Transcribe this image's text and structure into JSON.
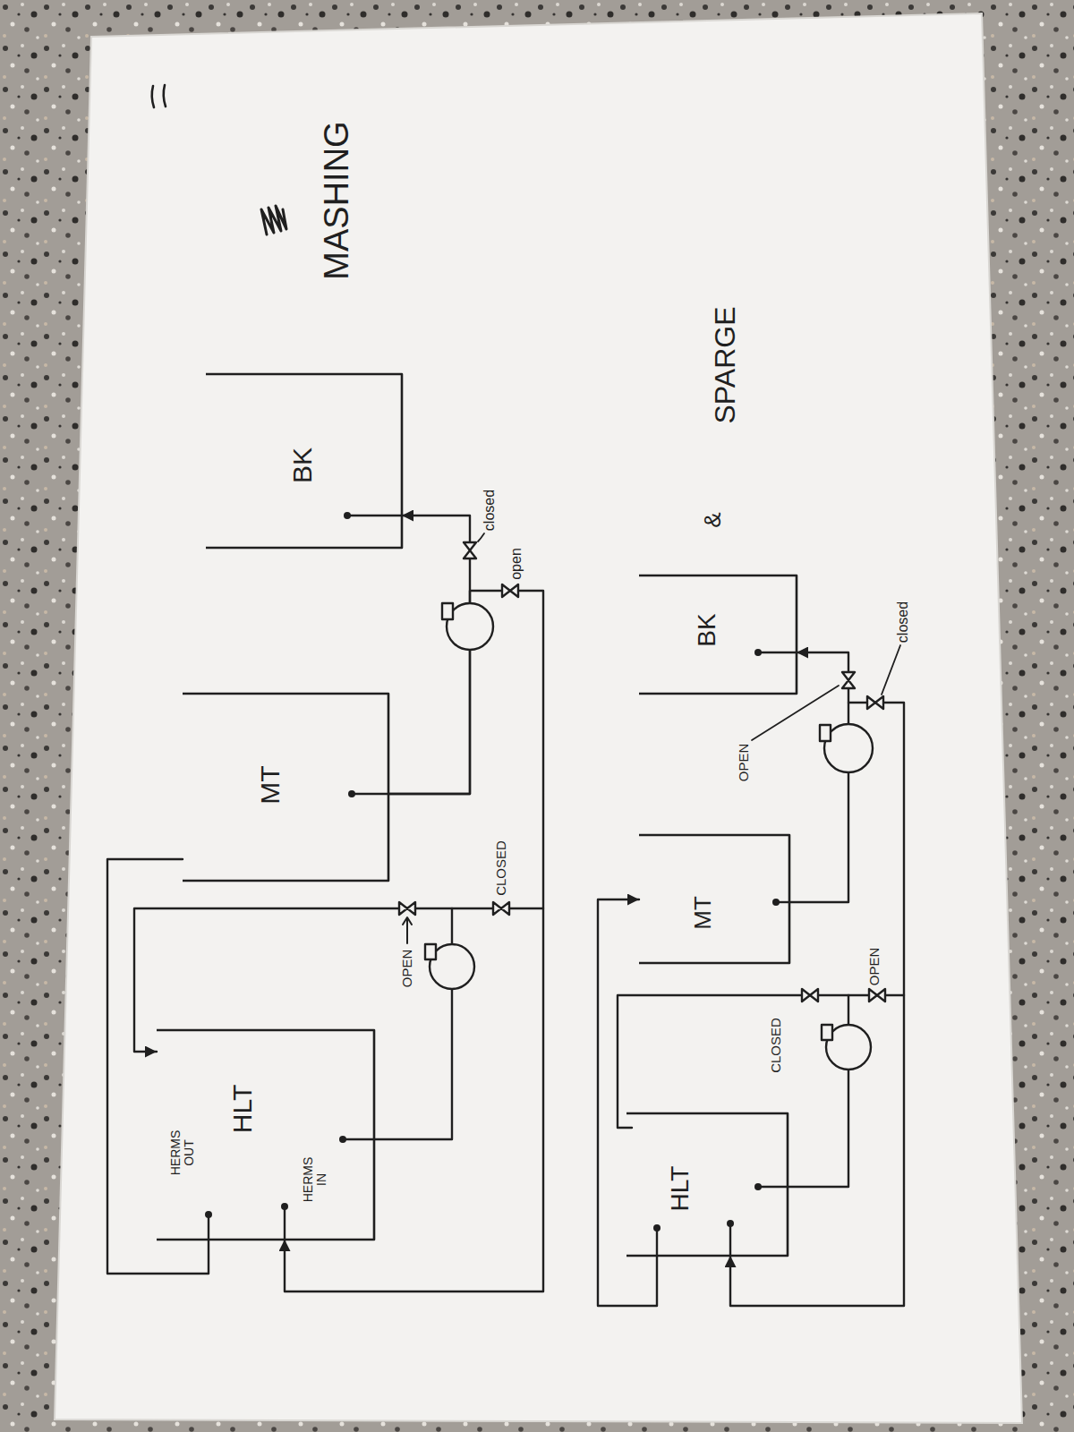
{
  "diagram": {
    "nodes": [
      {
        "text": [
          "HLT",
          "HERMS OUT",
          "HERMS IN"
        ]
      },
      {
        "text": [
          "MT"
        ]
      },
      {
        "text": [
          "BK"
        ]
      },
      {
        "text": [
          "HLT"
        ]
      },
      {
        "text": [
          "MT"
        ]
      },
      {
        "text": [
          "BK"
        ]
      }
    ],
    "edges": [
      {
        "from": 1,
        "to": 2,
        "arrow": "to"
      },
      {
        "from": 1,
        "to": 0,
        "arrow": "to"
      },
      {
        "from": 0,
        "to": 1,
        "arrow": "none"
      },
      {
        "from": 0,
        "to": 0,
        "arrow": "to"
      },
      {
        "from": 4,
        "to": 5,
        "arrow": "to"
      },
      {
        "from": 3,
        "to": 3,
        "arrow": "to"
      },
      {
        "from": 3,
        "to": 4,
        "arrow": "to"
      }
    ],
    "labels": [
      "MASHING",
      "closed",
      "open",
      "CLOSED",
      "OPEN",
      "SPARGE",
      "&",
      "OPEN",
      "closed",
      "CLOSED",
      "OPEN"
    ]
  }
}
